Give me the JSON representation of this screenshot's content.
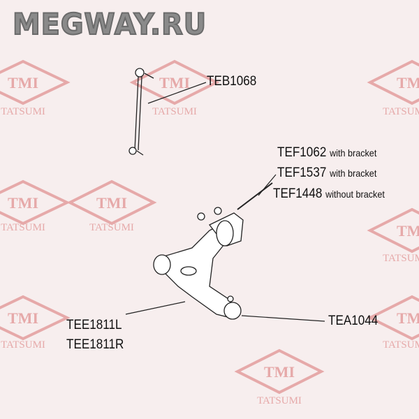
{
  "watermark": {
    "site": "MEGWAY.RU",
    "brand_short": "TMI",
    "brand": "TATSUMI"
  },
  "parts": {
    "stabilizer_link": "TEB1068",
    "bushing_1": {
      "code": "TEF1062",
      "note": "with bracket"
    },
    "bushing_2": {
      "code": "TEF1537",
      "note": "with bracket"
    },
    "bushing_3": {
      "code": "TEF1448",
      "note": "without bracket"
    },
    "ball_joint": "TEA1044",
    "arm_left": "TEE1811L",
    "arm_right": "TEE1811R"
  },
  "colors": {
    "watermark": "#e8b0b0",
    "logo": "#8a8a8a"
  }
}
